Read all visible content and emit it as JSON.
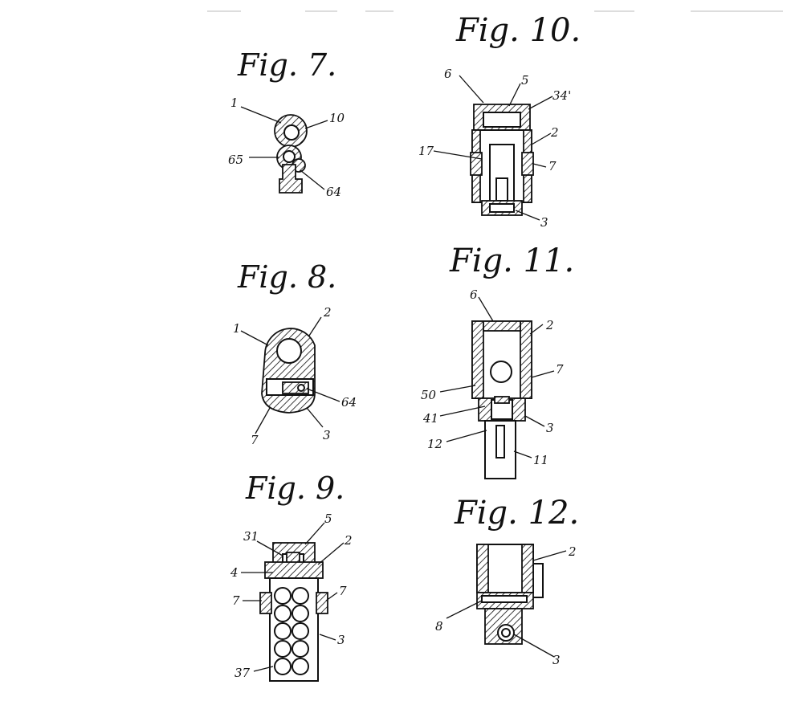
{
  "figures": {
    "fig7": {
      "title": "Fig. 7.",
      "labels": {
        "l1": "1",
        "l10": "10",
        "l65": "65",
        "l64": "64"
      }
    },
    "fig8": {
      "title": "Fig. 8.",
      "labels": {
        "l1": "1",
        "l2": "2",
        "l64": "64",
        "l7": "7",
        "l3": "3"
      }
    },
    "fig9": {
      "title": "Fig. 9.",
      "labels": {
        "l5": "5",
        "l31": "31",
        "l2": "2",
        "l4": "4",
        "l7a": "7",
        "l7b": "7",
        "l3": "3",
        "l37": "37"
      }
    },
    "fig10": {
      "title": "Fig. 10.",
      "labels": {
        "l6": "6",
        "l5": "5",
        "l34": "34'",
        "l2": "2",
        "l17": "17",
        "l7": "7",
        "l3": "3"
      }
    },
    "fig11": {
      "title": "Fig. 11.",
      "labels": {
        "l6": "6",
        "l2": "2",
        "l7": "7",
        "l50": "50",
        "l41": "41",
        "l3": "3",
        "l12": "12",
        "l11": "11"
      }
    },
    "fig12": {
      "title": "Fig. 12.",
      "labels": {
        "l2": "2",
        "l8": "8",
        "l3": "3"
      }
    }
  }
}
